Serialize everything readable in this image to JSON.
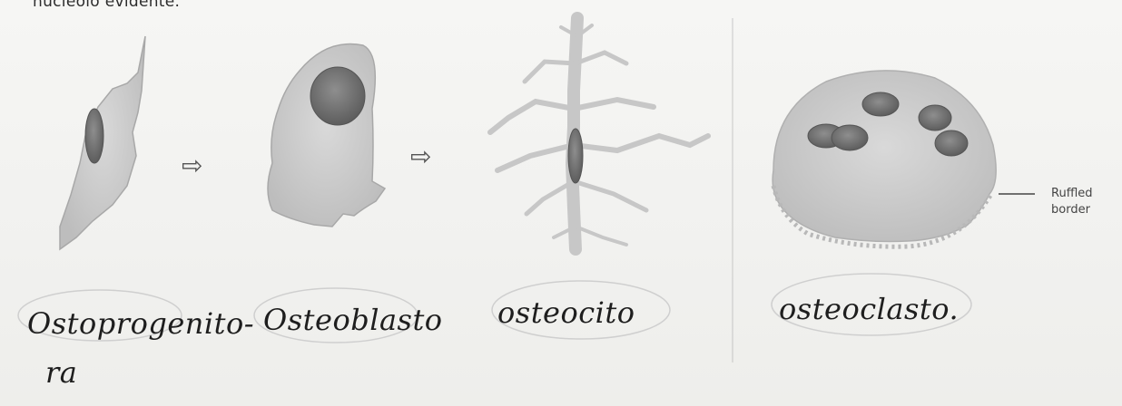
{
  "header_text": "nucleolo evidente.",
  "callout": {
    "line1": "Ruffled",
    "line2": "border"
  },
  "handwritten_labels": {
    "cell1_line1": "Ostoprogenito-",
    "cell1_line2": "ra",
    "cell2": "Osteoblasto",
    "cell3": "osteocito",
    "cell4": "osteoclasto."
  },
  "arrow_glyph": "⇨",
  "colors": {
    "cytoplasm": "#c9c9c9",
    "nucleus": "#7a7a7a",
    "ink": "#1e1e1e",
    "oval": "#c8c8c8"
  }
}
